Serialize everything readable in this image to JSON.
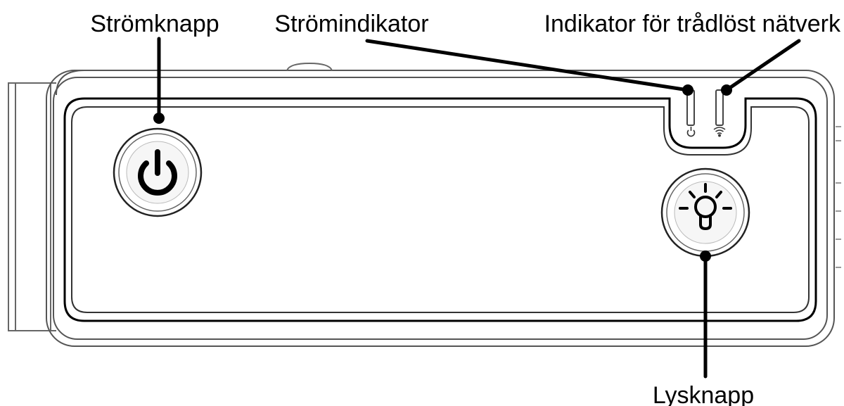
{
  "labels": {
    "power_button": "Strömknapp",
    "power_indicator": "Strömindikator",
    "wifi_indicator": "Indikator för trådlöst nätverk",
    "light_button": "Lysknapp"
  },
  "icons": {
    "power_button": "power-icon",
    "power_indicator": "power-icon",
    "wifi_indicator": "wifi-icon",
    "light_button": "lightbulb-icon"
  },
  "colors": {
    "outline": "#555555",
    "ink": "#000000",
    "background": "#ffffff"
  }
}
